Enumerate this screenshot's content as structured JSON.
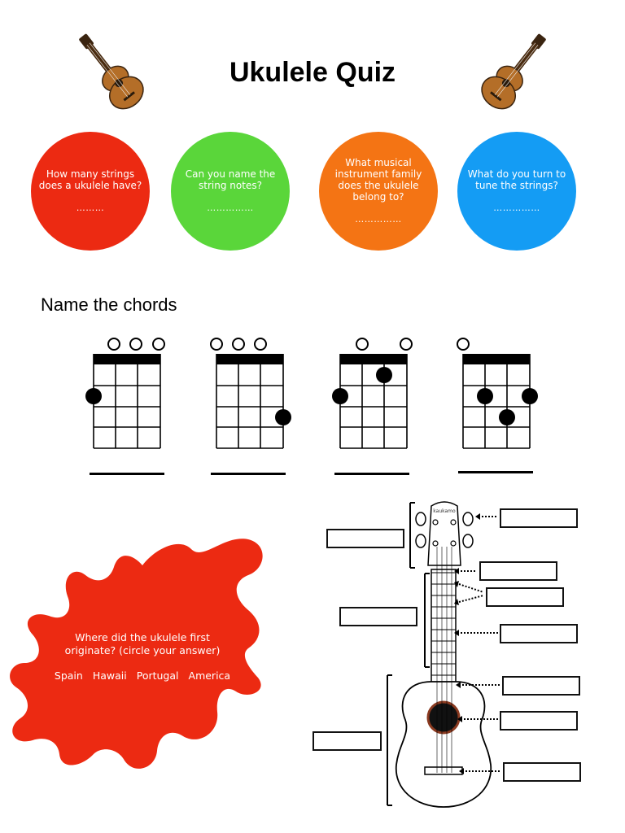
{
  "header": {
    "title": "Ukulele Quiz"
  },
  "colors": {
    "red": "#ec2a12",
    "green": "#5ad63a",
    "orange": "#f47414",
    "blue": "#149cf4",
    "uke_body": "#b46e28"
  },
  "icons": {
    "left": "ukulele-icon",
    "right": "ukulele-icon"
  },
  "questions": [
    {
      "text": "How many strings does a ukulele have?",
      "blank": "………"
    },
    {
      "text": "Can you name the string notes?",
      "blank": "……………"
    },
    {
      "text": "What musical instrument family does the ukulele belong to?",
      "blank": "……………"
    },
    {
      "text": "What do you turn to tune the strings?",
      "blank": "……………"
    }
  ],
  "chords_section": {
    "label": "Name the chords"
  },
  "origin_question": {
    "text": "Where did the ukulele first originate? (circle your answer)",
    "options": [
      "Spain",
      "Hawaii",
      "Portugal",
      "America"
    ]
  }
}
